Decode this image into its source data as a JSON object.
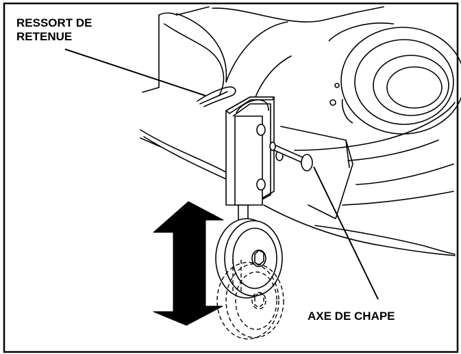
{
  "diagram": {
    "callouts": {
      "retaining_spring": "RESSORT DE\nRETENUE",
      "clevis_pin": "AXE DE CHAPE"
    },
    "indicators": {
      "motion_arrow": "double-arrow-vertical"
    },
    "colors": {
      "line": "#000000",
      "background": "#ffffff"
    }
  }
}
